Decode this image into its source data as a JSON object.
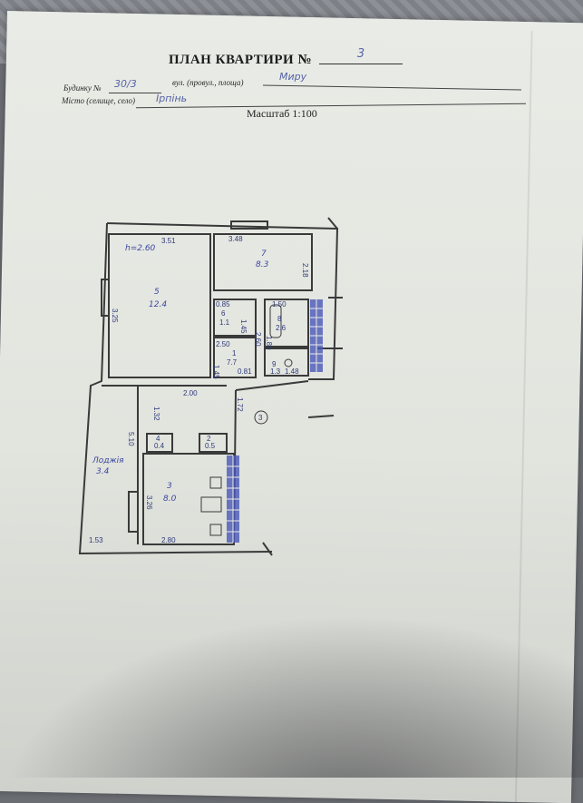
{
  "header": {
    "title": "ПЛАН КВАРТИРИ №",
    "apartment_number": "3",
    "building_label": "Будинку №",
    "building_number": "30/3",
    "street_label": "вул. (провул., площа)",
    "street_value": "Миру",
    "city_label": "Місто (селище, село)",
    "city_value": "Ірпінь",
    "scale": "Масштаб 1:100"
  },
  "plan": {
    "height_label": "h=2.60",
    "rooms": [
      {
        "number": "5",
        "area": "12.4"
      },
      {
        "number": "7",
        "area": "8.3"
      },
      {
        "number": "6",
        "area": "1.1"
      },
      {
        "number": "8",
        "area": "2.6"
      },
      {
        "number": "1",
        "area": "7.7"
      },
      {
        "number": "9",
        "area": "1.3"
      },
      {
        "number": "4",
        "area": "0.4"
      },
      {
        "number": "2",
        "area": "0.5"
      },
      {
        "number": "3",
        "area": "8.0"
      },
      {
        "number": "Лоджія",
        "area": "3.4"
      }
    ],
    "dimensions": [
      "3.51",
      "3.48",
      "3.25",
      "2.18",
      "0.85",
      "1.50",
      "1.45",
      "2.50",
      "2.60",
      "1.80",
      "1.45",
      "0.81",
      "1.48",
      "2.00",
      "1.32",
      "1.72",
      "5.10",
      "3.26",
      "1.53",
      "2.80"
    ],
    "circle_label": "3"
  }
}
